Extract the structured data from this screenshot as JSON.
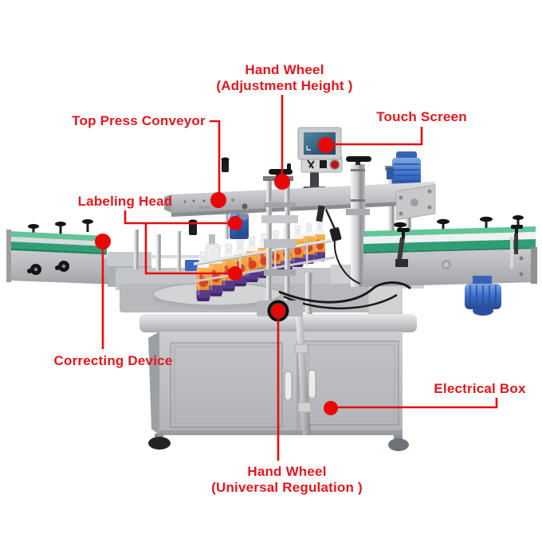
{
  "annotations": {
    "hand_wheel_height": {
      "line1": "Hand Wheel",
      "line2": "(Adjustment Height )"
    },
    "top_press_conveyor": {
      "label": "Top Press Conveyor"
    },
    "touch_screen": {
      "label": "Touch Screen"
    },
    "labeling_head": {
      "label": "Labeling Head"
    },
    "correcting_device": {
      "label": "Correcting Device"
    },
    "electrical_box": {
      "label": "Electrical Box"
    },
    "hand_wheel_universal": {
      "line1": "Hand Wheel",
      "line2": "(Universal Regulation )"
    }
  },
  "colors": {
    "annotation_text": "#e3161d",
    "annotation_line": "#e60d0d",
    "annotation_dot": "#ea0606",
    "conveyor_green": "#3aab80",
    "motor_blue": "#3c6fc9",
    "screen_blue": "#2a5570",
    "estop_red": "#c51212",
    "machine_gray": "#bfc1c4"
  }
}
